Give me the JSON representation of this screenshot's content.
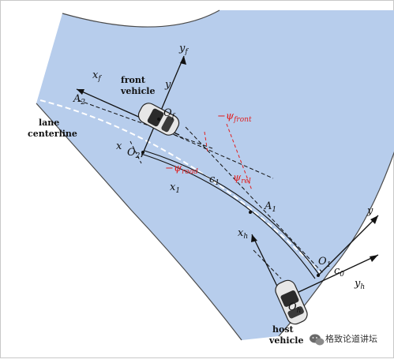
{
  "colors": {
    "road": "#b7cdec",
    "road_edge": "#4a4a4a",
    "axis": "#111111",
    "red": "#e02020",
    "centerline": "#ffffff"
  },
  "labels": {
    "front_vehicle": [
      "front",
      "vehicle"
    ],
    "host_vehicle": [
      "host",
      "vehicle"
    ],
    "lane_centerline": [
      "lane",
      "centerline"
    ],
    "x_f": {
      "main": "x",
      "sub": "f"
    },
    "y_f": {
      "main": "y",
      "sub": "f"
    },
    "O_f": {
      "main": "O",
      "sub": "f"
    },
    "y_front_axis": "y",
    "x_marker": "x",
    "O_2": {
      "main": "O",
      "sub": "2"
    },
    "A_2": {
      "main": "A",
      "sub": "2"
    },
    "x_1": {
      "main": "x",
      "sub": "1"
    },
    "c_1": {
      "main": "c",
      "sub": "1"
    },
    "A_1": {
      "main": "A",
      "sub": "1"
    },
    "x_h": {
      "main": "x",
      "sub": "h"
    },
    "y_h": {
      "main": "y",
      "sub": "h"
    },
    "O_h": {
      "main": "O",
      "sub": "h"
    },
    "O_1": {
      "main": "O",
      "sub": "1"
    },
    "c_0": {
      "main": "c",
      "sub": "0"
    },
    "y_right": "y",
    "psi_front": {
      "main": "−ψ",
      "sub": "front"
    },
    "psi_road": {
      "main": "−ψ",
      "sub": "road"
    },
    "psi_rel": {
      "main": "ψ",
      "sub": "rel"
    }
  },
  "watermark": {
    "icon": "wechat-icon",
    "text": "格致论道讲坛"
  }
}
